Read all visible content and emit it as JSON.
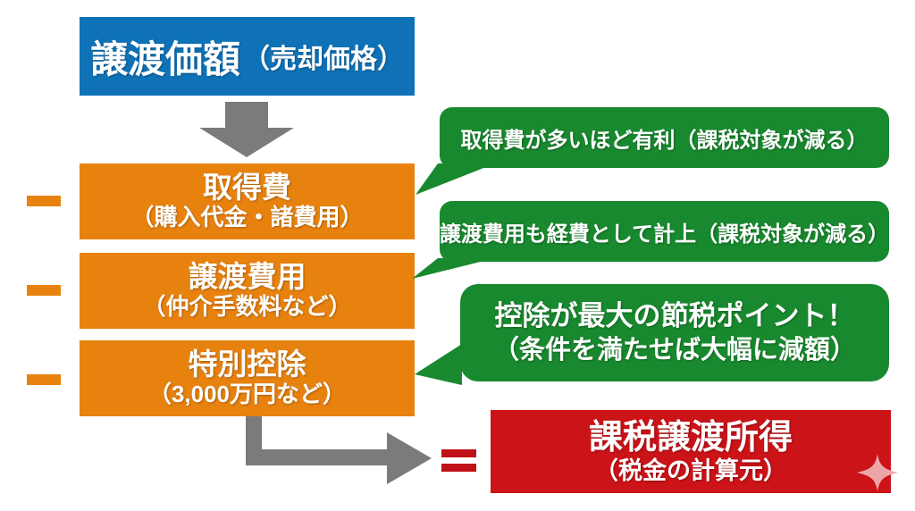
{
  "title_box": {
    "label": "譲渡価額",
    "sub": "（売却価格）"
  },
  "deductions": [
    {
      "label": "取得費",
      "sub": "（購入代金・諸費用）"
    },
    {
      "label": "譲渡費用",
      "sub": "（仲介手数料など）"
    },
    {
      "label": "特別控除",
      "sub": "（3,000万円など）"
    }
  ],
  "callouts": [
    {
      "text": "取得費が多いほど有利（課税対象が減る）"
    },
    {
      "text": "譲渡費用も経費として計上（課税対象が減る）"
    },
    {
      "line1": "控除が最大の節税ポイント！",
      "line2": "（条件を満たせば大幅に減額）"
    }
  ],
  "result_box": {
    "label": "課税譲渡所得",
    "sub": "（税金の計算元）"
  },
  "operators": {
    "minus": "−",
    "equals": "＝"
  },
  "colors": {
    "blue": "#0f72b7",
    "orange": "#e8820f",
    "green": "#18892e",
    "red": "#cb1318",
    "operator_red": "#c11118",
    "arrow_gray": "#7b7b7b",
    "sparkle_pink": "#eda6a8"
  }
}
